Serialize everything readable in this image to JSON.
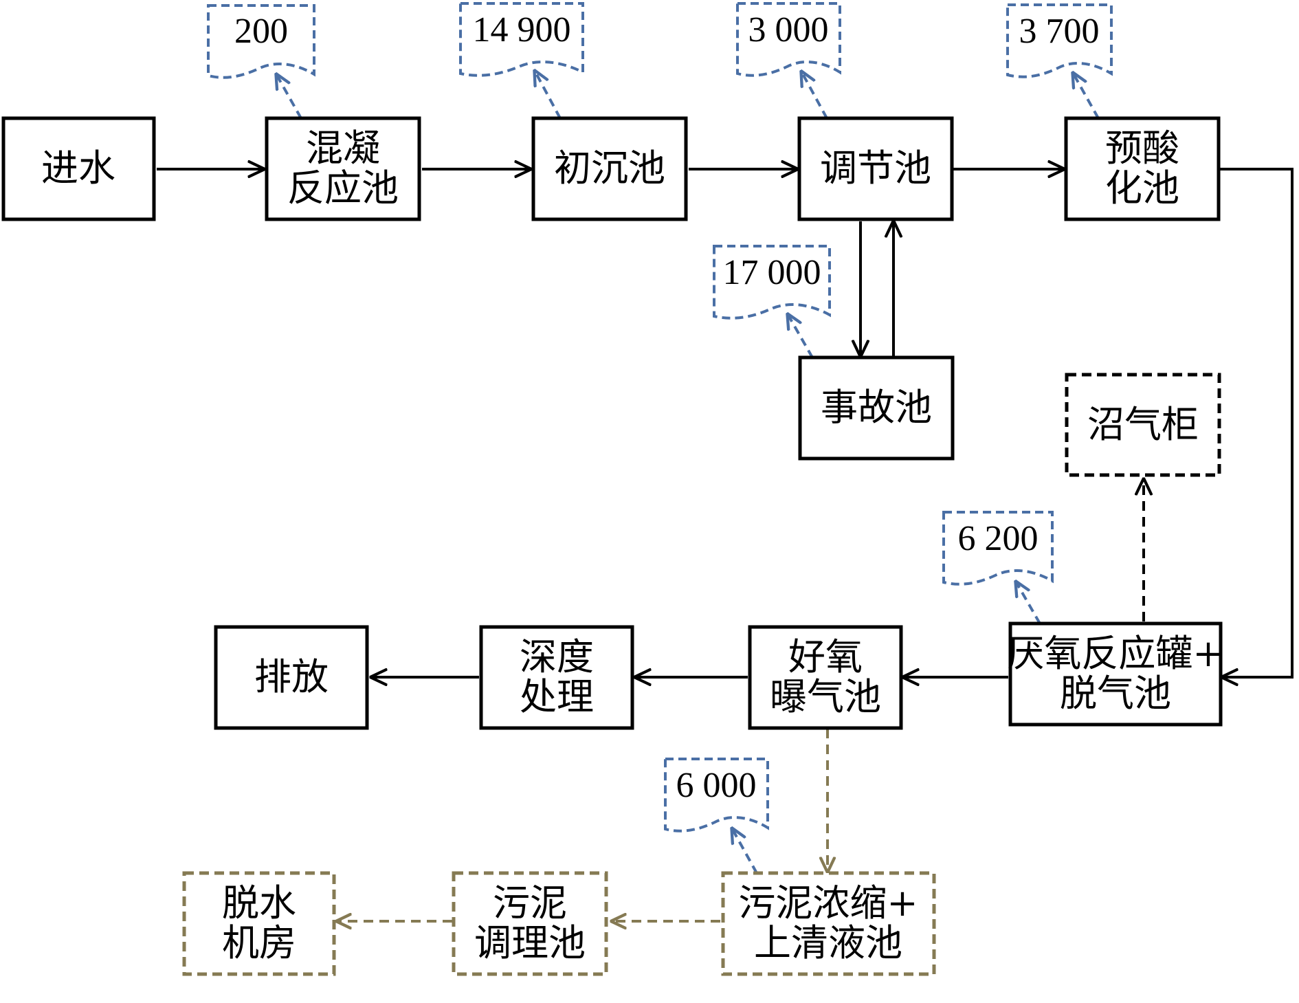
{
  "colors": {
    "main": "#000000",
    "tag": "#4a6fa5",
    "sludge": "#857a53"
  },
  "nodes": {
    "inlet": {
      "lines": [
        "进水"
      ]
    },
    "coag": {
      "lines": [
        "混凝",
        "反应池"
      ]
    },
    "primary": {
      "lines": [
        "初沉池"
      ]
    },
    "equal": {
      "lines": [
        "调节池"
      ]
    },
    "preacid": {
      "lines": [
        "预酸",
        "化池"
      ]
    },
    "accident": {
      "lines": [
        "事故池"
      ]
    },
    "biogas": {
      "lines": [
        "沼气柜"
      ]
    },
    "anaerobic": {
      "lines": [
        "厌氧反应罐+",
        "脱气池"
      ]
    },
    "aerobic": {
      "lines": [
        "好氧",
        "曝气池"
      ]
    },
    "deep": {
      "lines": [
        "深度",
        "处理"
      ]
    },
    "discharge": {
      "lines": [
        "排放"
      ]
    },
    "thicken": {
      "lines": [
        "污泥浓缩+",
        "上清液池"
      ]
    },
    "condition": {
      "lines": [
        "污泥",
        "调理池"
      ]
    },
    "dewater": {
      "lines": [
        "脱水",
        "机房"
      ]
    }
  },
  "tags": {
    "coag": "200",
    "primary": "14 900",
    "equal": "3 000",
    "preacid": "3 700",
    "accident": "17 000",
    "anaerobic": "6 200",
    "thicken": "6 000"
  }
}
